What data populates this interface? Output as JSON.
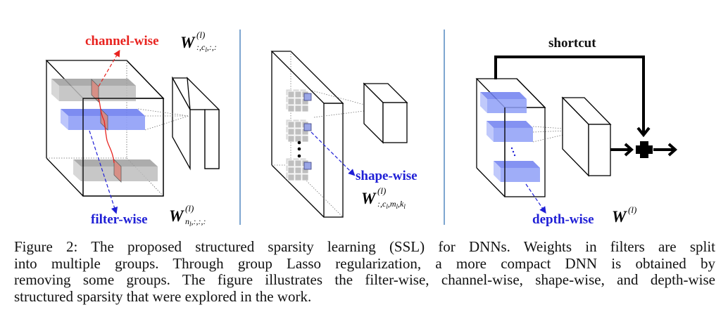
{
  "figure": {
    "panels": [
      {
        "id": "filter-channel",
        "labels": {
          "channel": "channel-wise",
          "filter": "filter-wise"
        },
        "math": {
          "channel": {
            "base": "W",
            "sup": "(l)",
            "sub": ":,c",
            "sub_index": "l",
            "sub_tail": ",:,:"
          },
          "filter": {
            "base": "W",
            "sup": "(l)",
            "sub": "n",
            "sub_index": "l",
            "sub_tail": ",:,:,:"
          }
        }
      },
      {
        "id": "shape",
        "labels": {
          "shape": "shape-wise"
        },
        "math": {
          "shape": {
            "base": "W",
            "sup": "(l)",
            "sub": ":,c",
            "sub_index": "l",
            "sub_tail": ",m",
            "sub_index2": "l",
            "sub_tail2": ",k",
            "sub_index3": "l"
          }
        }
      },
      {
        "id": "depth",
        "labels": {
          "depth": "depth-wise",
          "shortcut": "shortcut"
        },
        "math": {
          "depth": {
            "base": "W",
            "sup": "(l)"
          }
        }
      }
    ],
    "colors": {
      "red": "#e8231f",
      "blue": "#1f1fd6",
      "divider": "#7ea6d0",
      "gray_block": "#bdbdbd",
      "blue_block": "#8f9ff7",
      "red_slice": "#d98a80"
    }
  },
  "caption": {
    "lines": [
      "Figure 2: The proposed structured sparsity learning (SSL) for DNNs. Weights in filters are split",
      "into multiple groups. Through group Lasso regularization, a more compact DNN is obtained by",
      "removing some groups. The figure illustrates the filter-wise, channel-wise, shape-wise, and depth-wise",
      "structured sparsity that were explored in the work."
    ]
  }
}
